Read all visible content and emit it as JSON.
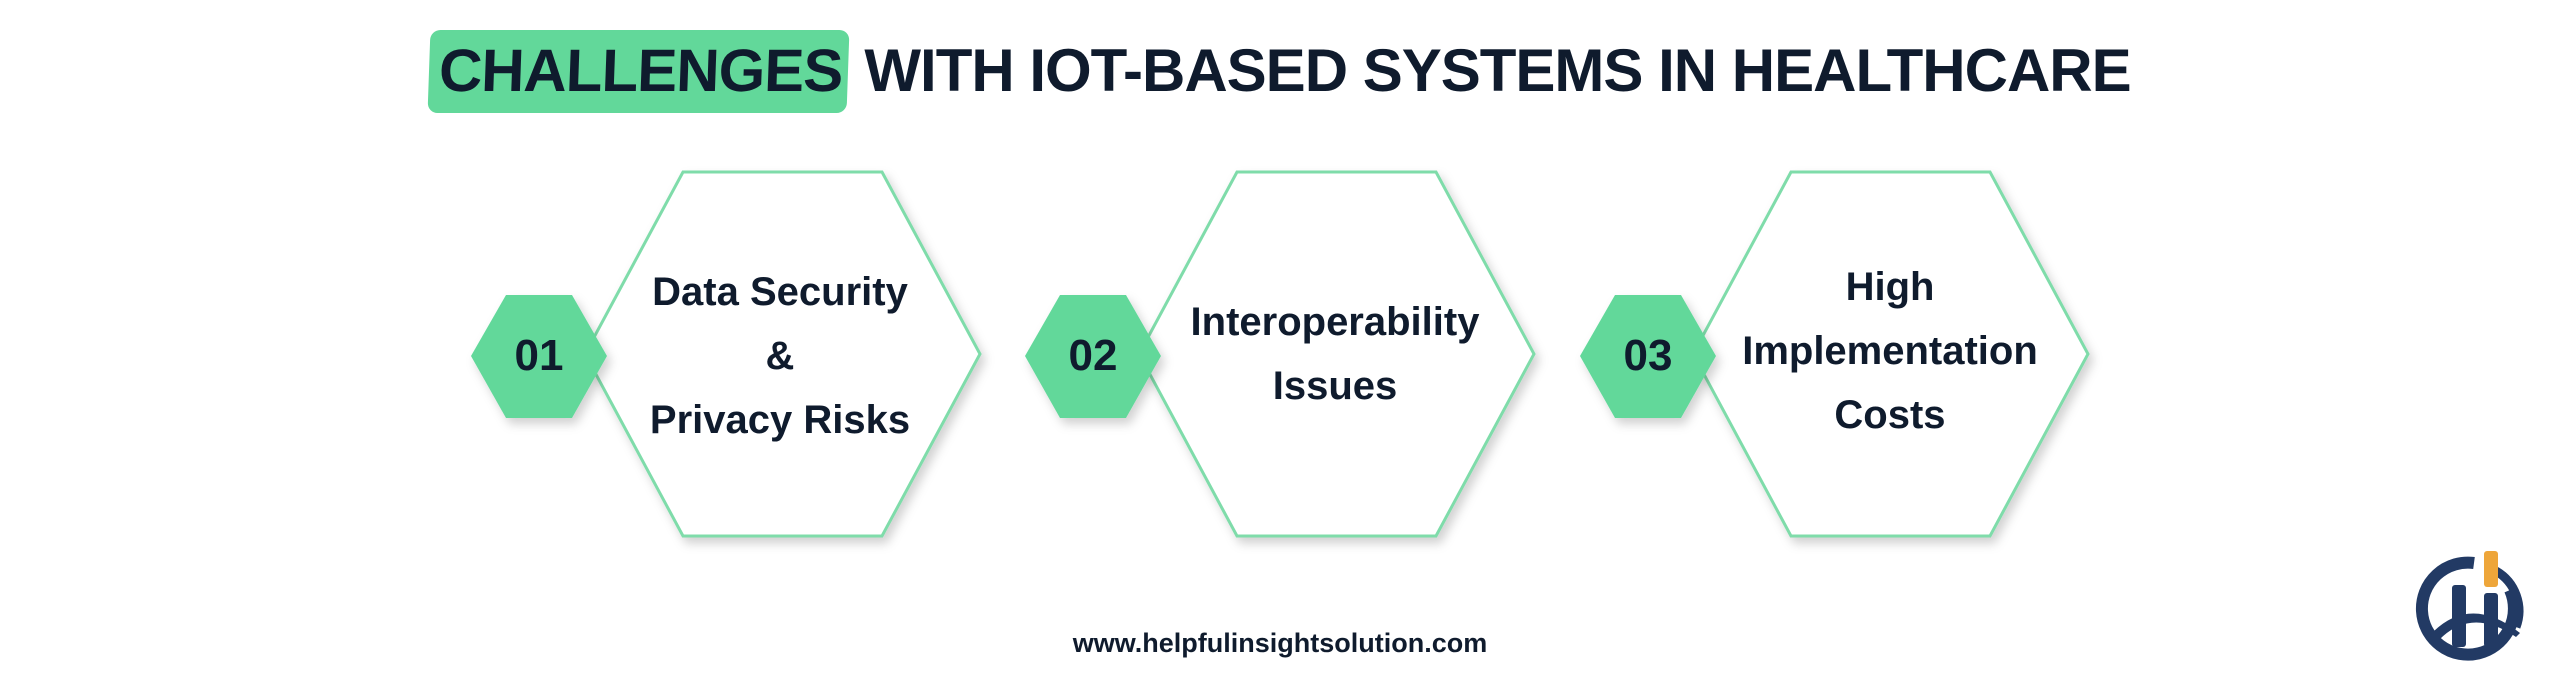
{
  "title": {
    "highlight": "CHALLENGES",
    "rest": " WITH IOT-BASED SYSTEMS IN HEALTHCARE"
  },
  "colors": {
    "accent": "#62d89a",
    "text": "#0f1b2d",
    "logo_blue": "#223a64",
    "logo_orange": "#eea63a"
  },
  "challenges": [
    {
      "number": "01",
      "lines": [
        "Data Security",
        "&",
        "Privacy Risks"
      ]
    },
    {
      "number": "02",
      "lines": [
        "Interoperability",
        "Issues"
      ]
    },
    {
      "number": "03",
      "lines": [
        "High",
        "Implementation",
        "Costs"
      ]
    }
  ],
  "footer": {
    "url": "www.helpfulinsightsolution.com"
  },
  "logo": {
    "icon": "hi-logo-icon"
  }
}
